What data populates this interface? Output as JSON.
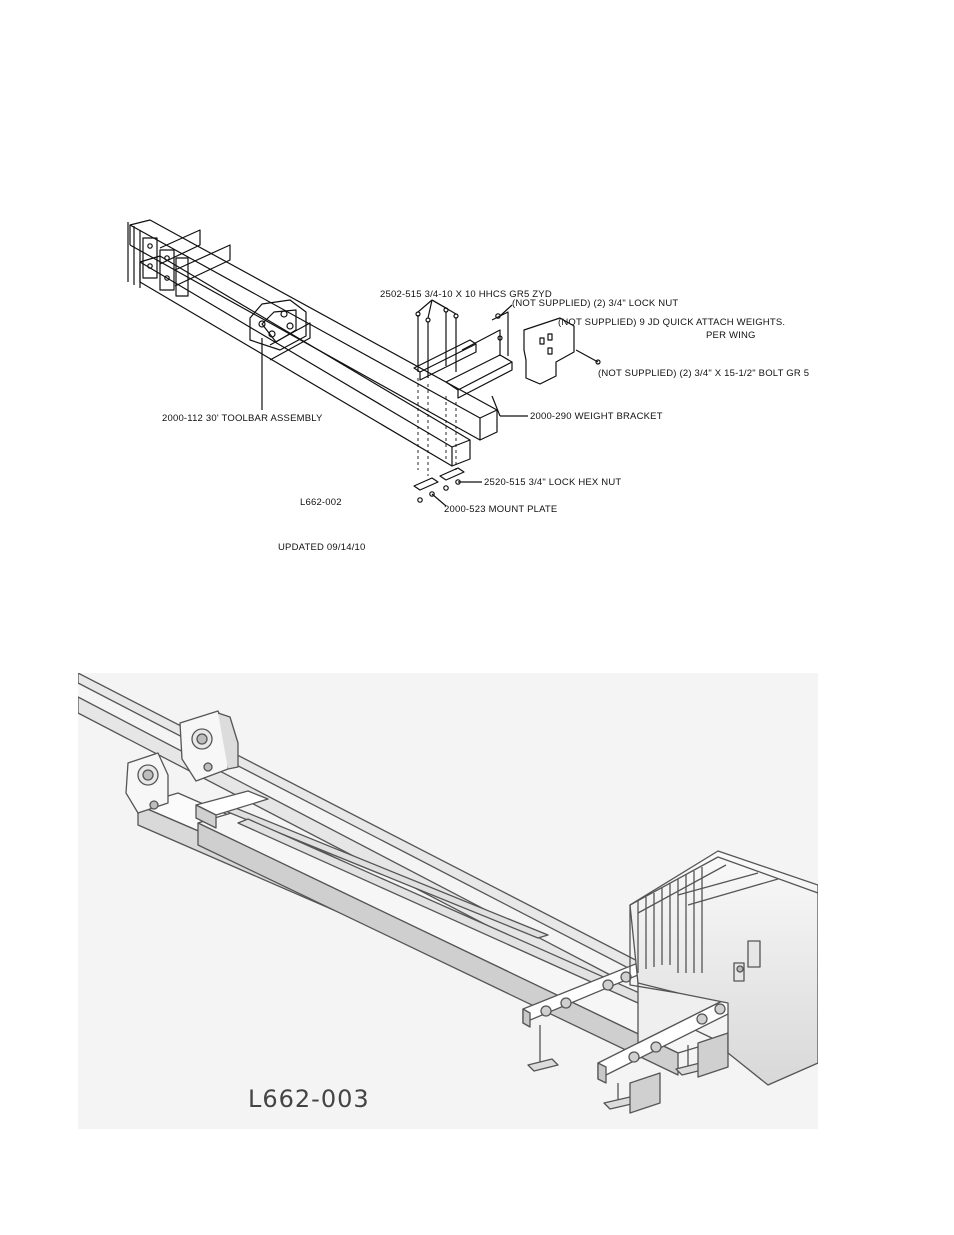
{
  "diagram1": {
    "callouts": [
      {
        "id": "bolt",
        "text": "2502-515  3/4-10 X 10 HHCS GR5 ZYD"
      },
      {
        "id": "locknut",
        "text": "(NOT SUPPLIED) (2) 3/4\" LOCK NUT"
      },
      {
        "id": "weights",
        "text": "(NOT SUPPLIED) 9 JD QUICK ATTACH WEIGHTS."
      },
      {
        "id": "perwing",
        "text": "PER WING"
      },
      {
        "id": "longbolt",
        "text": "(NOT SUPPLIED) (2) 3/4\" X 15-1/2\" BOLT GR 5"
      },
      {
        "id": "toolbar",
        "text": "2000-112  30' TOOLBAR ASSEMBLY"
      },
      {
        "id": "bracket",
        "text": "2000-290  WEIGHT BRACKET"
      },
      {
        "id": "hexnut",
        "text": "2520-515  3/4\" LOCK HEX NUT"
      },
      {
        "id": "mountplate",
        "text": "2000-523  MOUNT PLATE"
      }
    ],
    "drawing_number": "L662-002",
    "updated": "UPDATED 09/14/10"
  },
  "diagram2": {
    "drawing_number": "L662-003"
  }
}
